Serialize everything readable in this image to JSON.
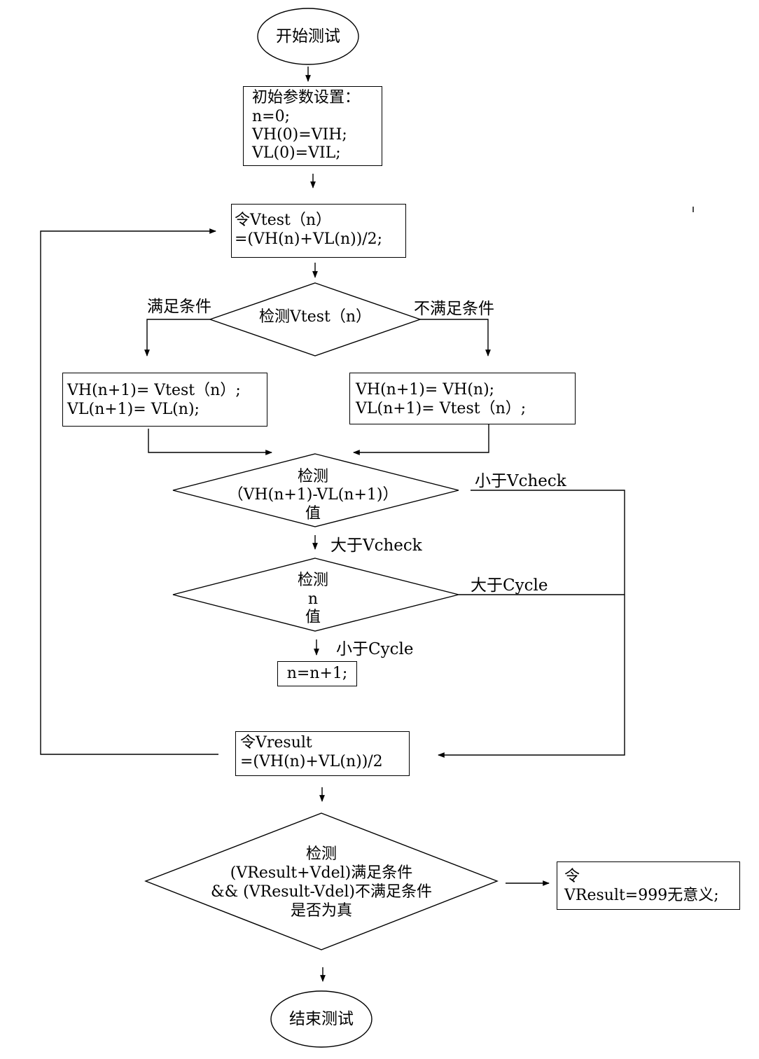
{
  "start": "开始测试",
  "init": {
    "title": "初始参数设置：",
    "lines": [
      "n=0;",
      "VH(0)=VIH;",
      "VL(0)=VIL;"
    ]
  },
  "vtest": [
    "令Vtest（n）",
    "=(VH(n)+VL(n))/2;"
  ],
  "check_vtest": "检测Vtest（n）",
  "branch_yes": "满足条件",
  "branch_no": "不满足条件",
  "left_update": [
    "VH(n+1)= Vtest（n）;",
    "VL(n+1)= VL(n);"
  ],
  "right_update": [
    "VH(n+1)= VH(n);",
    "VL(n+1)= Vtest（n）;"
  ],
  "check_diff": [
    "检测",
    "（VH(n+1)-VL(n+1)）",
    "值"
  ],
  "less_vcheck": "小于Vcheck",
  "greater_vcheck": "大于Vcheck",
  "check_n": [
    "检测",
    "n",
    "值"
  ],
  "greater_cycle": "大于Cycle",
  "less_cycle": "小于Cycle",
  "increment": "n=n+1;",
  "vresult": [
    "令Vresult",
    "=(VH(n)+VL(n))/2"
  ],
  "check_result": [
    "检测",
    "(VResult+Vdel)满足条件",
    "&& (VResult-Vdel)不满足条件",
    "是否为真"
  ],
  "invalid": [
    "令",
    "VResult=999无意义;"
  ],
  "end": "结束测试"
}
